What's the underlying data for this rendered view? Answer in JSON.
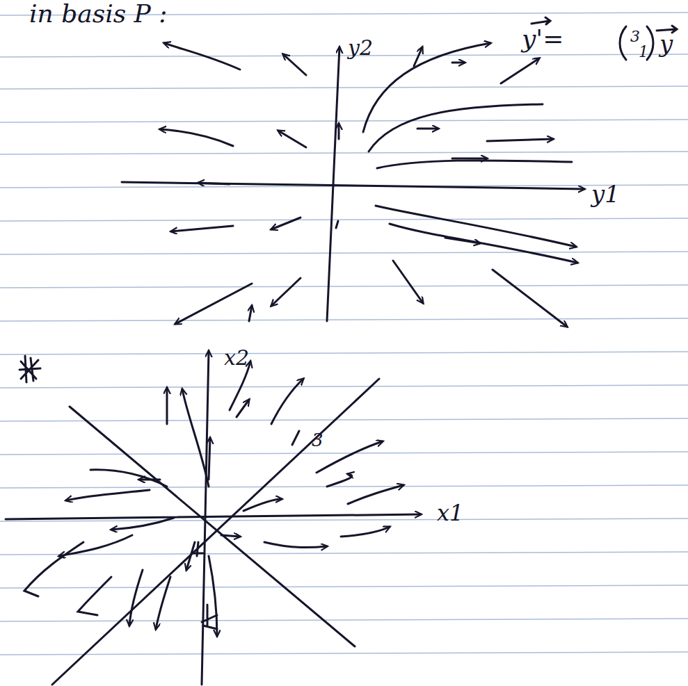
{
  "diagram": {
    "labels": [
      "in basis P :",
      "y'=",
      "3",
      "1",
      "y",
      "y2",
      "y1",
      "x2",
      "x1",
      "3"
    ]
  }
}
